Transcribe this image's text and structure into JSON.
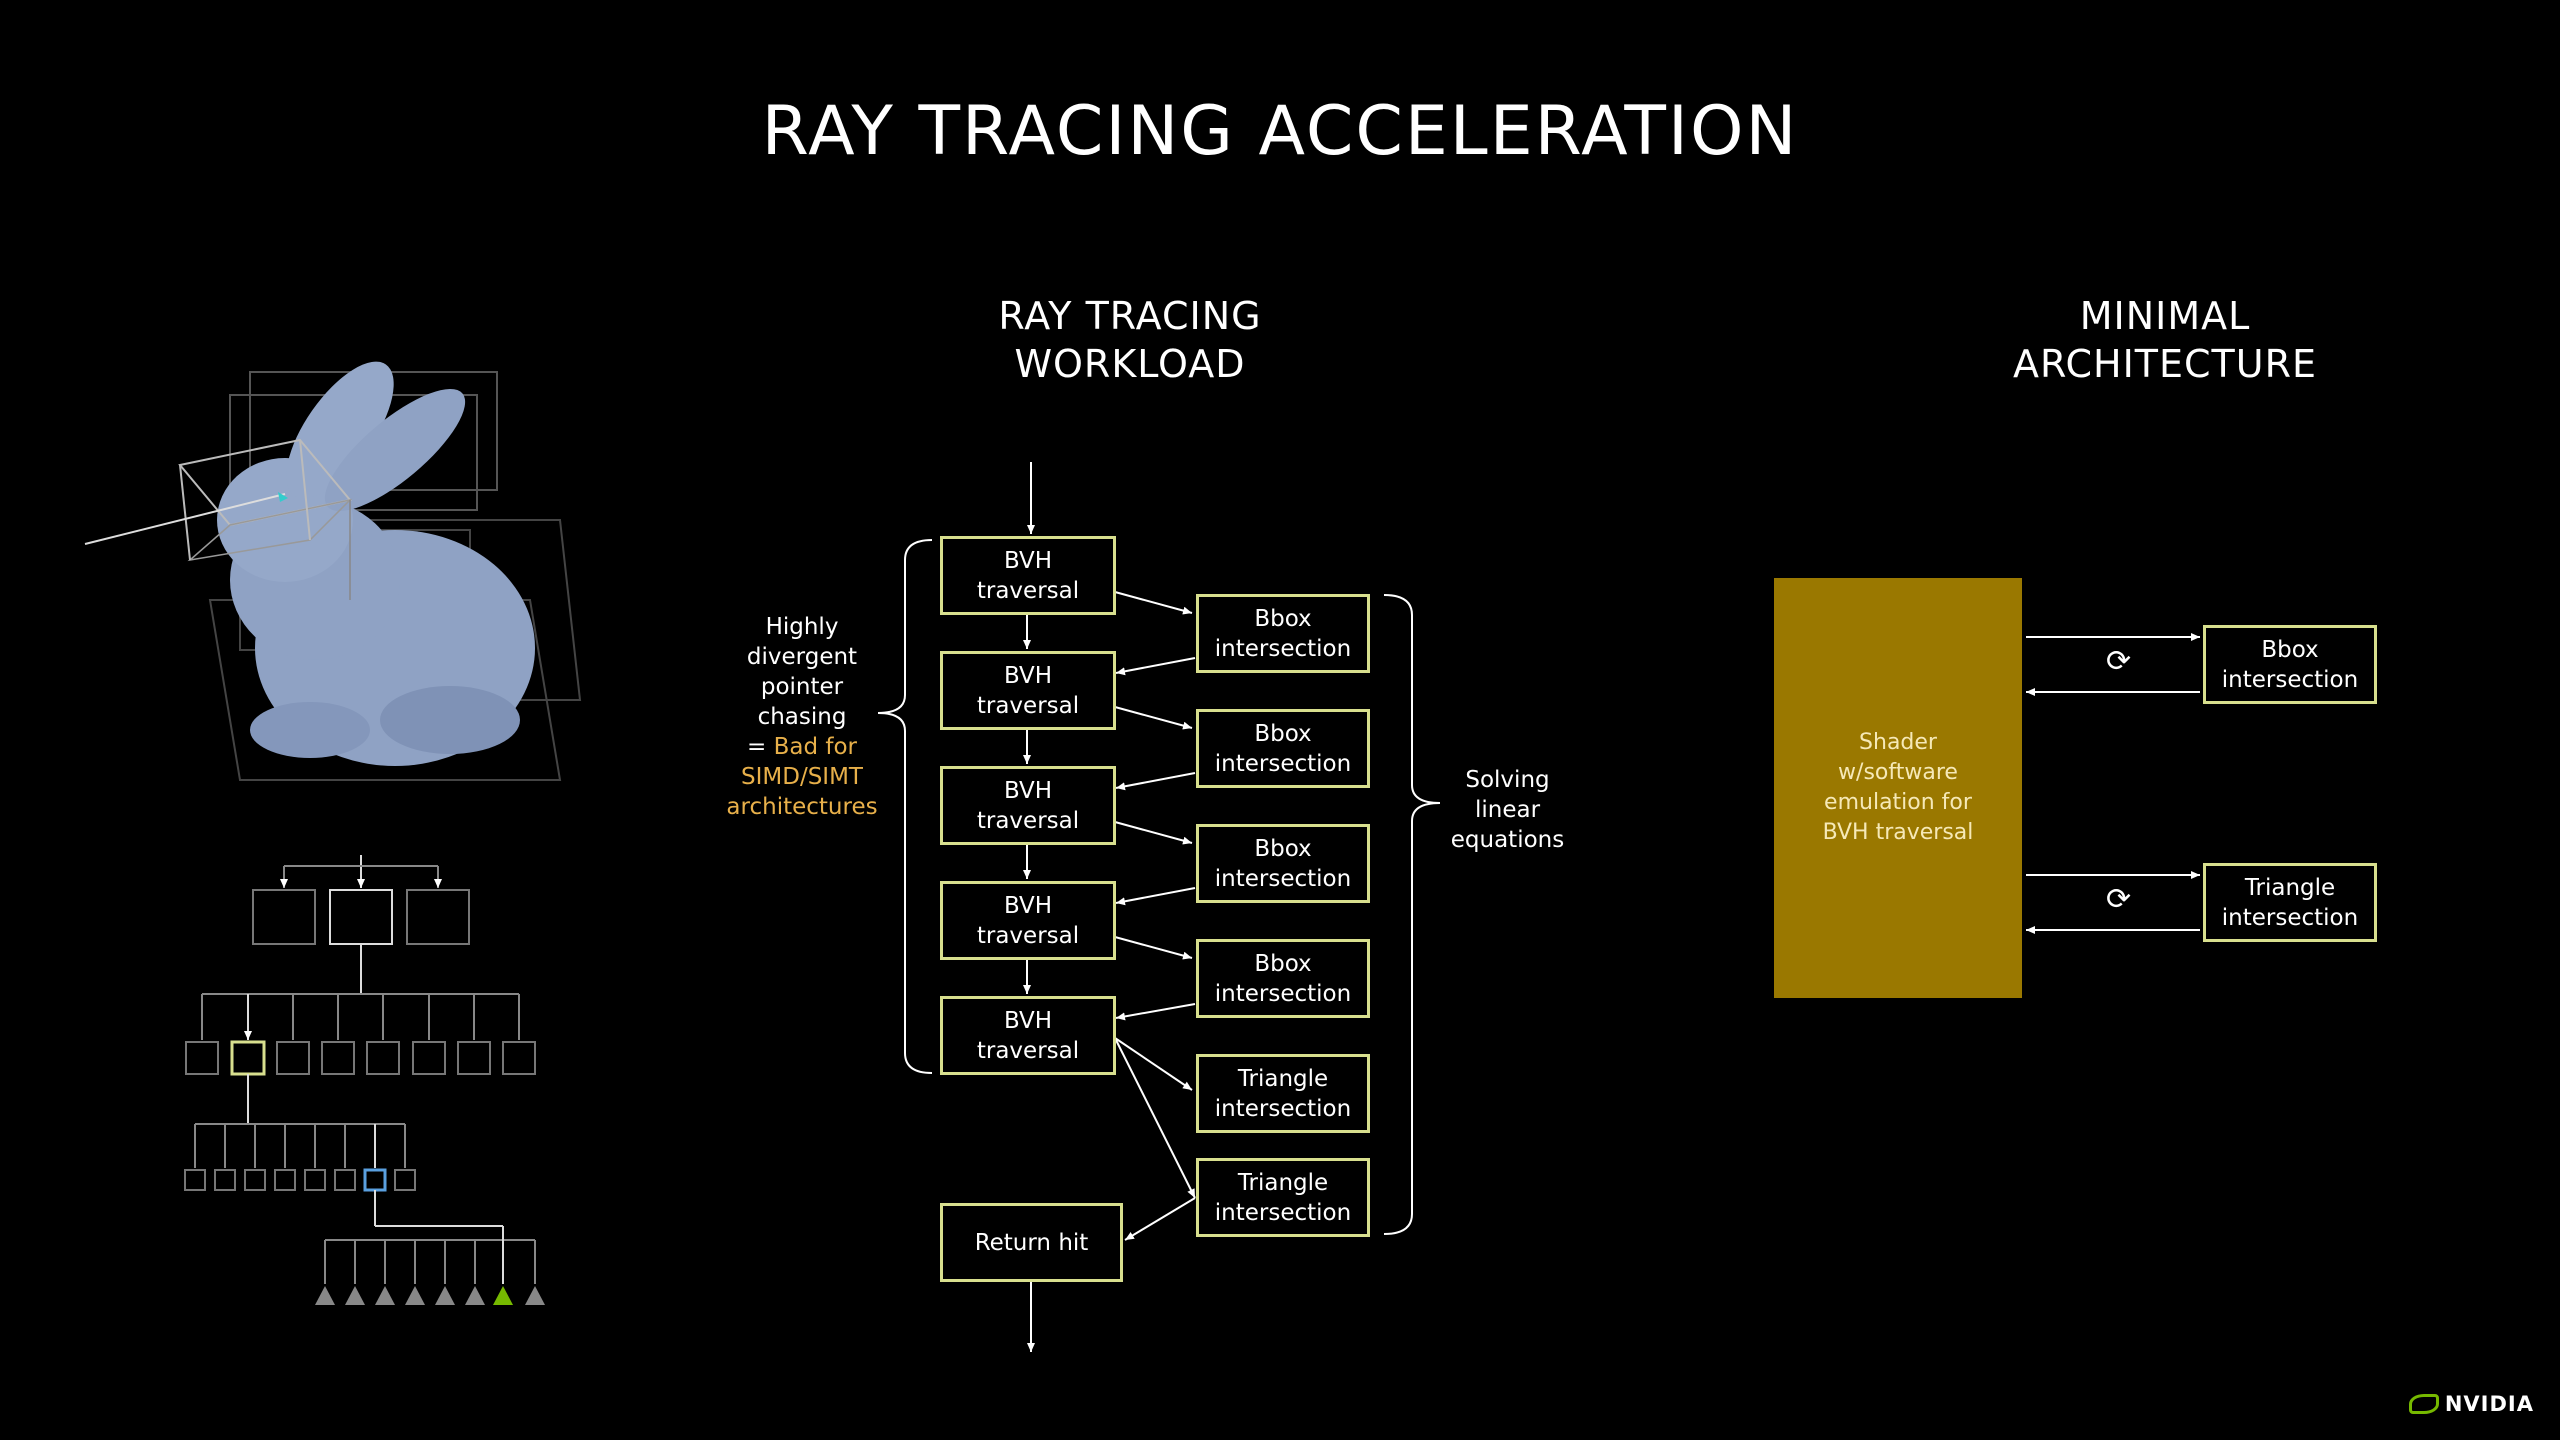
{
  "slide": {
    "title": "RAY TRACING ACCELERATION",
    "workload_title": [
      "RAY TRACING",
      "WORKLOAD"
    ],
    "arch_title": [
      "MINIMAL",
      "ARCHITECTURE"
    ]
  },
  "workload": {
    "bvh_label": [
      "BVH",
      "traversal"
    ],
    "bbox_label": [
      "Bbox",
      "intersection"
    ],
    "triangle_label": [
      "Triangle",
      "intersection"
    ],
    "return_label": "Return hit",
    "left_note": [
      "Highly",
      "divergent",
      "pointer",
      "chasing"
    ],
    "left_note_eq": "=",
    "left_note_accent": [
      "Bad for",
      "SIMD/SIMT",
      "architectures"
    ],
    "right_note": [
      "Solving",
      "linear",
      "equations"
    ]
  },
  "architecture": {
    "shader": [
      "Shader",
      "w/software",
      "emulation for",
      "BVH traversal"
    ],
    "bbox": [
      "Bbox",
      "intersection"
    ],
    "triangle": [
      "Triangle",
      "intersection"
    ],
    "cycle_glyph": "⟳"
  },
  "footer": {
    "logo": "NVIDIA"
  },
  "colors": {
    "box_border": "#d8df8e",
    "accent": "#e8b04a",
    "shader_fill": "#9a7800",
    "bunny": "#8fa2c4",
    "nvidia_green": "#76b900",
    "tree_highlight": "#d8df8e",
    "tree_blue": "#5aa0e0"
  }
}
